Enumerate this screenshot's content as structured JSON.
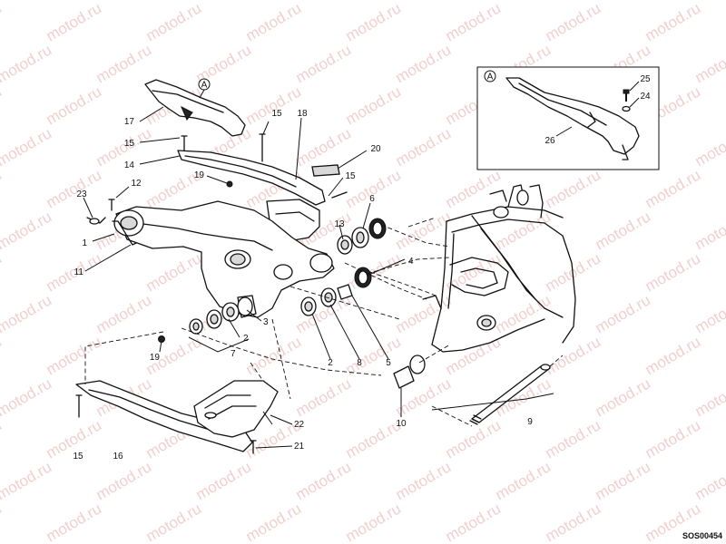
{
  "watermark": "motod.ru",
  "drawing_code": "SOS00454",
  "inset": {
    "callout_letter": "A"
  },
  "callouts": [
    {
      "id": "c1",
      "text": "1"
    },
    {
      "id": "c2a",
      "text": "2"
    },
    {
      "id": "c2b",
      "text": "2"
    },
    {
      "id": "c3",
      "text": "3"
    },
    {
      "id": "c4",
      "text": "4"
    },
    {
      "id": "c5",
      "text": "5"
    },
    {
      "id": "c6",
      "text": "6"
    },
    {
      "id": "c7",
      "text": "7"
    },
    {
      "id": "c8",
      "text": "8"
    },
    {
      "id": "c9",
      "text": "9"
    },
    {
      "id": "c10",
      "text": "10"
    },
    {
      "id": "c11",
      "text": "11"
    },
    {
      "id": "c12",
      "text": "12"
    },
    {
      "id": "c13",
      "text": "13"
    },
    {
      "id": "c14",
      "text": "14"
    },
    {
      "id": "c15a",
      "text": "15"
    },
    {
      "id": "c15b",
      "text": "15"
    },
    {
      "id": "c15c",
      "text": "15"
    },
    {
      "id": "c15d",
      "text": "15"
    },
    {
      "id": "c16",
      "text": "16"
    },
    {
      "id": "c17",
      "text": "17"
    },
    {
      "id": "c18",
      "text": "18"
    },
    {
      "id": "c19a",
      "text": "19"
    },
    {
      "id": "c19b",
      "text": "19"
    },
    {
      "id": "c20",
      "text": "20"
    },
    {
      "id": "c21",
      "text": "21"
    },
    {
      "id": "c22",
      "text": "22"
    },
    {
      "id": "c23",
      "text": "23"
    },
    {
      "id": "c24",
      "text": "24"
    },
    {
      "id": "c25",
      "text": "25"
    },
    {
      "id": "c26",
      "text": "26"
    }
  ]
}
